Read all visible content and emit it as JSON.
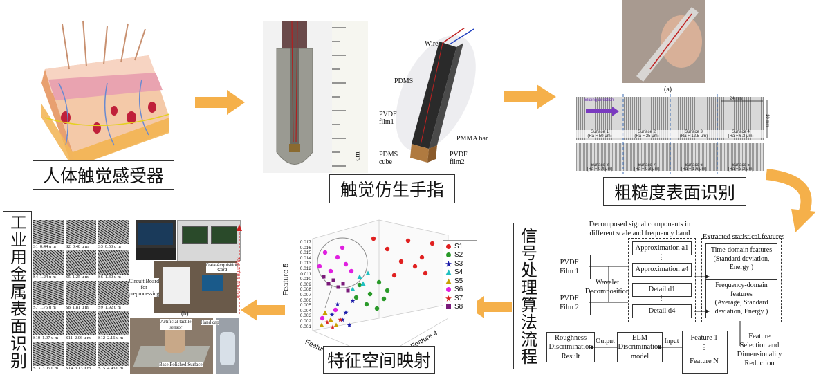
{
  "titles": {
    "receptor": "人体触觉感受器",
    "finger": "触觉仿生手指",
    "roughness": "粗糙度表面识别",
    "signal": "信号处理算法流程",
    "feature_map": "特征空间映射",
    "industrial": "工业用金属表面识别"
  },
  "finger_parts": {
    "wire": "Wire",
    "pdms": "PDMS",
    "pvdf1": "PVDF\nfilm1",
    "pmma": "PMMA bar",
    "pdms_cube": "PDMS\ncube",
    "pvdf2": "PVDF\nfilm2",
    "ruler_unit": "cm"
  },
  "roughness_panel": {
    "caption_a": "(a)",
    "sliding": "Sliding direction",
    "width": "24 mm",
    "height": "10 mm",
    "surfaces_top": [
      "Surface 1\n(Ra = 50 μm)",
      "Surface 2\n(Ra = 25 μm)",
      "Surface 3\n(Ra = 12.5 μm)",
      "Surface 4\n(Ra = 6.3 μm)"
    ],
    "surfaces_bottom": [
      "Surface 8\n(Ra = 0.4 μm)",
      "Surface 7\n(Ra = 0.8 μm)",
      "Surface 6\n(Ra = 1.6 μm)",
      "Surface 5\n(Ra = 3.2 μm)"
    ]
  },
  "flow": {
    "decomposed": "Decomposed signal components in\ndifferent scale and frequency band",
    "extracted": "Extracted statistical features",
    "pvdf1": "PVDF\nFilm 1",
    "pvdf2": "PVDF\nFilm 2",
    "wavelet": "Wavelet\nDecomposition",
    "approx_a1": "Approximation a1",
    "approx_a4": "Approximation a4",
    "detail_d1": "Detail d1",
    "detail_d4": "Detail d4",
    "vdots": "⋮",
    "time_features": "Time-domain features\n(Standard deviation,\nEnergy )",
    "freq_features": "Frequency-domain\nfeatures\n(Average, Standard\ndeviation, Energy )",
    "feature1": "Feature 1",
    "featureN": "Feature N",
    "feature_sel": "Feature\nSelection and\nDimensionality\nReduction",
    "elm": "ELM\nDiscrimination\nmodel",
    "input": "Input",
    "output": "Output",
    "result": "Roughness\nDiscrimination\nResult"
  },
  "chart_data": {
    "type": "scatter",
    "zlabel": "Feature 5",
    "xlabel": "Feature 4",
    "ylabel": "Feature",
    "z_ticks": [
      "0.017",
      "0.016",
      "0.015",
      "0.014",
      "0.013",
      "0.012",
      "0.011",
      "0.010",
      "0.009",
      "0.008",
      "0.007",
      "0.006",
      "0.005",
      "0.004",
      "0.003",
      "0.002",
      "0.001"
    ],
    "series": [
      {
        "name": "S1",
        "color": "#e02020",
        "marker": "circle",
        "points": [
          [
            540,
            345
          ],
          [
            560,
            360
          ],
          [
            590,
            348
          ],
          [
            610,
            372
          ],
          [
            625,
            352
          ],
          [
            600,
            385
          ],
          [
            580,
            378
          ],
          [
            615,
            395
          ],
          [
            570,
            398
          ]
        ]
      },
      {
        "name": "S2",
        "color": "#2a9a2a",
        "marker": "circle",
        "points": [
          [
            520,
            412
          ],
          [
            535,
            425
          ],
          [
            548,
            408
          ],
          [
            555,
            432
          ],
          [
            530,
            440
          ],
          [
            545,
            446
          ],
          [
            560,
            420
          ],
          [
            515,
            430
          ]
        ]
      },
      {
        "name": "S3",
        "color": "#1a1aa8",
        "marker": "star",
        "points": [
          [
            488,
            440
          ],
          [
            500,
            452
          ],
          [
            510,
            435
          ],
          [
            495,
            462
          ],
          [
            505,
            470
          ],
          [
            480,
            455
          ]
        ]
      },
      {
        "name": "S4",
        "color": "#20c0c0",
        "marker": "triangle",
        "points": [
          [
            520,
            400
          ],
          [
            532,
            395
          ],
          [
            525,
            410
          ],
          [
            510,
            418
          ]
        ]
      },
      {
        "name": "S5",
        "color": "#c8a000",
        "marker": "triangle",
        "points": [
          [
            470,
            452
          ],
          [
            478,
            462
          ],
          [
            486,
            470
          ],
          [
            465,
            470
          ]
        ]
      },
      {
        "name": "S6",
        "color": "#e020e0",
        "marker": "circle",
        "points": [
          [
            470,
            365
          ],
          [
            488,
            372
          ],
          [
            500,
            382
          ],
          [
            478,
            392
          ],
          [
            495,
            358
          ],
          [
            508,
            392
          ],
          [
            462,
            385
          ],
          [
            466,
            460
          ],
          [
            485,
            448
          ]
        ]
      },
      {
        "name": "S7",
        "color": "#d82020",
        "marker": "star",
        "points": [
          [
            473,
            466
          ],
          [
            481,
            473
          ],
          [
            492,
            462
          ]
        ]
      },
      {
        "name": "S8",
        "color": "#7a1a7a",
        "marker": "square",
        "points": [
          [
            468,
            400
          ],
          [
            475,
            410
          ],
          [
            482,
            405
          ],
          [
            489,
            415
          ],
          [
            496,
            410
          ],
          [
            503,
            420
          ]
        ]
      }
    ]
  },
  "metal_samples": [
    {
      "id": "S1",
      "ra": "0.44 u m"
    },
    {
      "id": "S2",
      "ra": "0.48 u m"
    },
    {
      "id": "S3",
      "ra": "0.50 u m"
    },
    {
      "id": "S4",
      "ra": "1.24 u m"
    },
    {
      "id": "S5",
      "ra": "1.25 u m"
    },
    {
      "id": "S6",
      "ra": "1.30 u m"
    },
    {
      "id": "S7",
      "ra": "1.75 u m"
    },
    {
      "id": "S8",
      "ra": "1.81 u m"
    },
    {
      "id": "S9",
      "ra": "1.92 u m"
    },
    {
      "id": "S10",
      "ra": "1.97 u m"
    },
    {
      "id": "S11",
      "ra": "2.06 u m"
    },
    {
      "id": "S12",
      "ra": "2.16 u m"
    },
    {
      "id": "S13",
      "ra": "3.05 u m"
    },
    {
      "id": "S14",
      "ra": "3.13 u m"
    },
    {
      "id": "S15",
      "ra": "4.43 u m"
    }
  ],
  "industrial_setup": {
    "daq": "Data Acquisition\nCard",
    "circuit": "Circuit Board\nfor\npreprocessing",
    "signal_flow": "Signal flow direction",
    "caption_b": "(b)",
    "sensor": "Artificial tactile\nsensor",
    "hand_cap": "Hand cap",
    "base": "Base Polished Surface"
  },
  "colors": {
    "arrow": "#f5b04a",
    "arrow_dark": "#e09a30"
  }
}
